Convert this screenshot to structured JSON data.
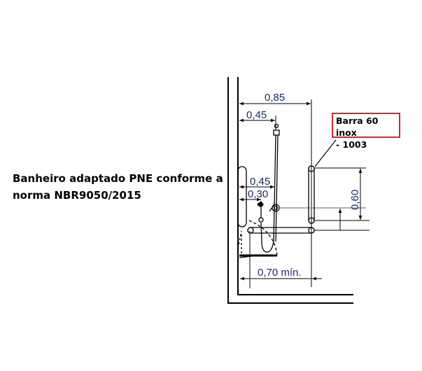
{
  "caption": {
    "line1": "Banheiro adaptado PNE conforme a",
    "line2": "norma NBR9050/2015"
  },
  "callout": {
    "line1": "Barra 60 inox",
    "line2": "- 1003",
    "border_color": "#e0202a"
  },
  "dimensions": {
    "d085": "0,85",
    "d045_top": "0,45",
    "d045_mid": "0,45",
    "d030": "0,30",
    "d060": "0,60",
    "d070": "0,70 mín."
  }
}
